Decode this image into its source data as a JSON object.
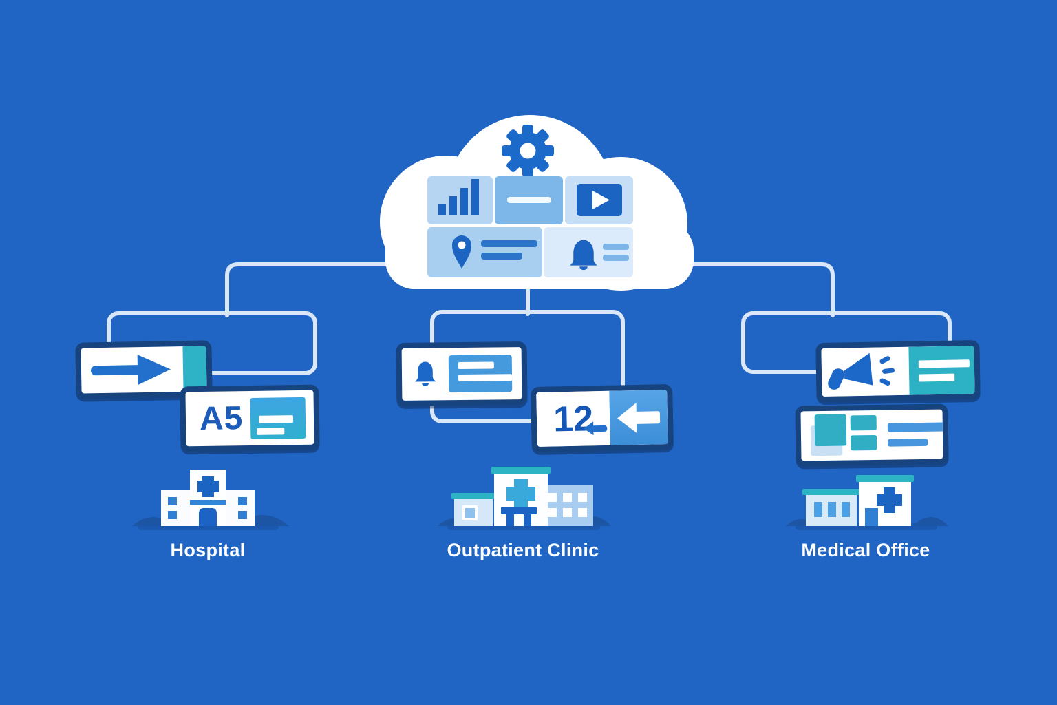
{
  "diagram": {
    "description": "Cloud digital signage platform connected to three healthcare facilities",
    "cloud": {
      "gear_icon": "gear-icon",
      "tiles": [
        {
          "name": "bar-chart-tile",
          "icon": "bar-chart-icon"
        },
        {
          "name": "text-banner-tile",
          "icon": "text-line"
        },
        {
          "name": "video-tile",
          "icon": "play-icon"
        },
        {
          "name": "wayfinding-tile",
          "icon": "location-pin-icon"
        },
        {
          "name": "alerts-tile",
          "icon": "bell-icon"
        }
      ]
    },
    "branches": [
      {
        "label": "Hospital",
        "building_icon": "hospital-building-icon",
        "signs": [
          {
            "name": "direction-arrow-sign",
            "icon": "right-arrow-icon",
            "text": ""
          },
          {
            "name": "room-number-sign",
            "icon": "content-card-icon",
            "text": "A5"
          }
        ]
      },
      {
        "label": "Outpatient Clinic",
        "building_icon": "clinic-building-icon",
        "signs": [
          {
            "name": "notification-sign",
            "icon": "bell-icon",
            "text": ""
          },
          {
            "name": "queue-number-sign",
            "icon": "left-arrow-icon",
            "text": "12"
          }
        ]
      },
      {
        "label": "Medical Office",
        "building_icon": "office-building-icon",
        "signs": [
          {
            "name": "announcement-sign",
            "icon": "megaphone-icon",
            "text": ""
          },
          {
            "name": "content-grid-sign",
            "icon": "layout-grid-icon",
            "text": ""
          }
        ]
      }
    ]
  },
  "colors": {
    "background": "#2065c4",
    "cloud": "#ffffff",
    "connector_line": "#d9e7f9",
    "sign_border": "#17447f",
    "primary_blue": "#1b64c2",
    "accent_teal": "#2cb3c4",
    "panel_blue": "#459ade",
    "hill_blue": "#1d55a5",
    "label_text": "#ffffff"
  }
}
